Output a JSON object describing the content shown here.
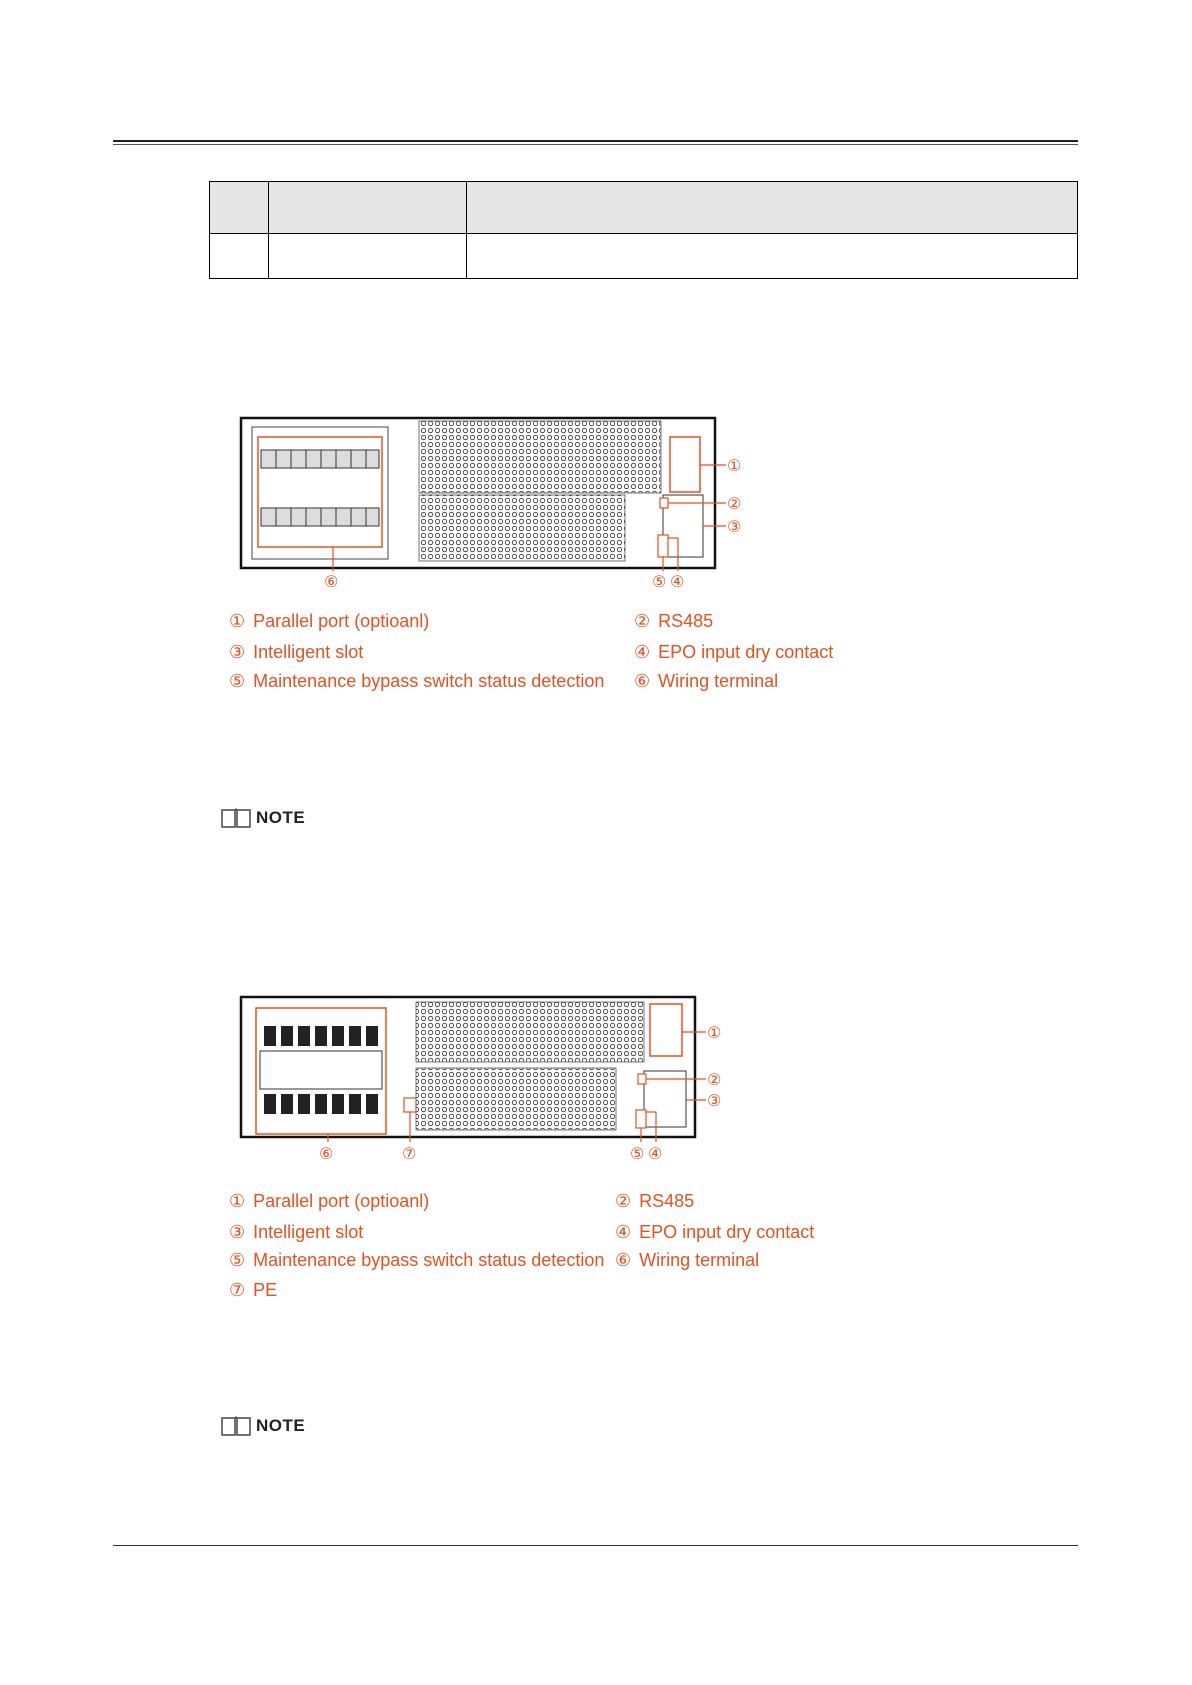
{
  "figure1": {
    "callouts": [
      "①",
      "②",
      "③",
      "④",
      "⑤",
      "⑥"
    ],
    "legend": [
      {
        "num": "①",
        "label": "Parallel port (optioanl)"
      },
      {
        "num": "②",
        "label": "RS485"
      },
      {
        "num": "③",
        "label": "Intelligent slot"
      },
      {
        "num": "④",
        "label": "EPO input dry contact"
      },
      {
        "num": "⑤",
        "label": "Maintenance bypass switch status detection"
      },
      {
        "num": "⑥",
        "label": "Wiring terminal"
      }
    ]
  },
  "figure2": {
    "callouts": [
      "①",
      "②",
      "③",
      "④",
      "⑤",
      "⑥",
      "⑦"
    ],
    "legend": [
      {
        "num": "①",
        "label": "Parallel port (optioanl)"
      },
      {
        "num": "②",
        "label": "RS485"
      },
      {
        "num": "③",
        "label": "Intelligent slot"
      },
      {
        "num": "④",
        "label": "EPO input dry contact"
      },
      {
        "num": "⑤",
        "label": "Maintenance bypass switch status detection"
      },
      {
        "num": "⑥",
        "label": "Wiring terminal"
      },
      {
        "num": "⑦",
        "label": "PE"
      }
    ]
  },
  "notes": [
    {
      "label": "NOTE"
    },
    {
      "label": "NOTE"
    }
  ],
  "colors": {
    "accent": "#e8501c",
    "line": "#222222",
    "table_header": "#e6e6e6"
  }
}
